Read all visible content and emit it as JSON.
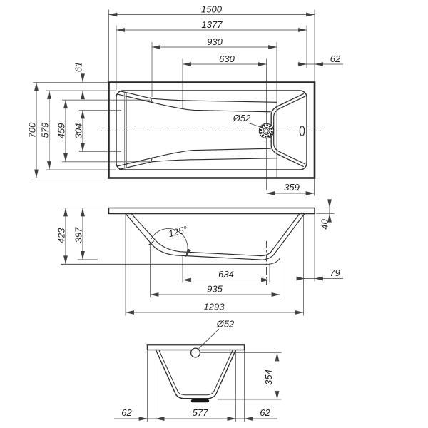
{
  "labels": {
    "top": {
      "overall_length": "1500",
      "rim_length": "1377",
      "basin_930": "930",
      "basin_630": "630",
      "rim_right_62": "62",
      "rim_top_61": "61",
      "overall_width": "700",
      "rim_width_579": "579",
      "floor_459": "459",
      "floor_304": "304",
      "drain_diameter": "Ø52",
      "drain_to_edge_359": "359"
    },
    "side": {
      "height_423": "423",
      "height_397": "397",
      "slope_angle": "125°",
      "rim_height_40": "40",
      "edge_79": "79",
      "floor_634": "634",
      "length_935": "935",
      "length_1293": "1293"
    },
    "end": {
      "drain_diameter": "Ø52",
      "depth_354": "354",
      "left_62": "62",
      "width_577": "577",
      "right_62": "62"
    }
  },
  "colors": {
    "main_line": "#2b2b2b",
    "dimension_line": "#3f3f3f",
    "secondary_gray": "#8d8d8d",
    "background": "#ffffff"
  }
}
